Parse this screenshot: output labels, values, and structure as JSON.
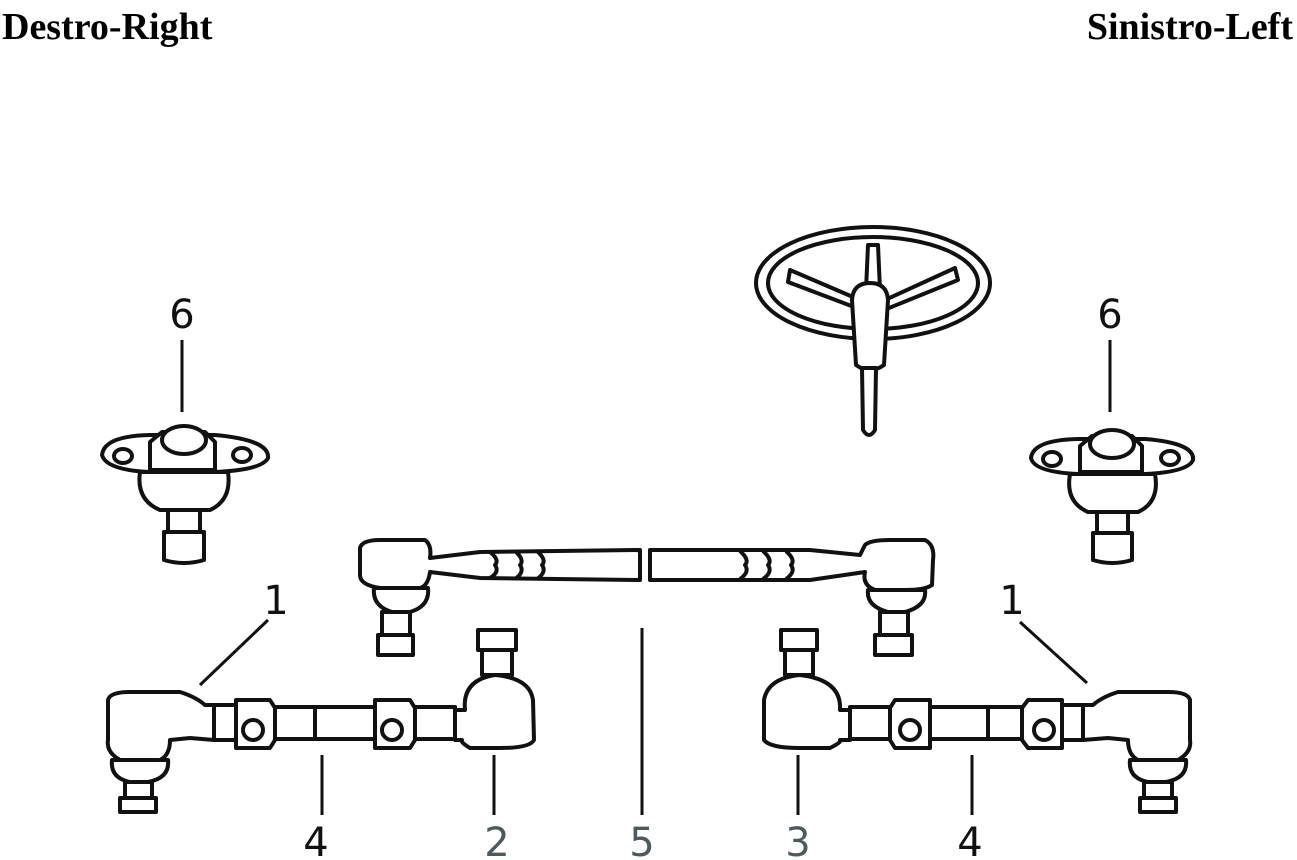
{
  "headings": {
    "left": "Destro-Right",
    "right": "Sinistro-Left"
  },
  "callouts": {
    "ball_joint_right": "6",
    "ball_joint_left": "6",
    "outer_end_right": "1",
    "outer_end_left": "1",
    "sleeve_right": "4",
    "inner_end_right": "2",
    "center_rod": "5",
    "inner_end_left": "3",
    "sleeve_left": "4"
  },
  "colors": {
    "line": "#111111",
    "callout_default": "#111111",
    "callout_highlight": "#4a5a5e"
  }
}
